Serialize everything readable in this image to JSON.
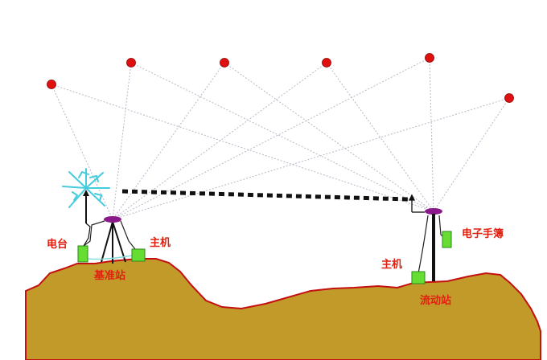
{
  "labels": {
    "radio": "电台",
    "base_host": "主机",
    "base_station": "基准站",
    "rover_host": "主机",
    "controller": "电子手簿",
    "rover_station": "流动站"
  },
  "colors": {
    "label": "#e02010",
    "ground_fill": "#c29a2a",
    "ground_outline": "#c41010",
    "satellite": "#e01010",
    "signal_line": "#b8b8c8",
    "device": "#66dd33",
    "antenna": "#8a1a8a",
    "radio_wave": "#44ccdd",
    "datalink": "#111111"
  },
  "satellite_count": 6
}
